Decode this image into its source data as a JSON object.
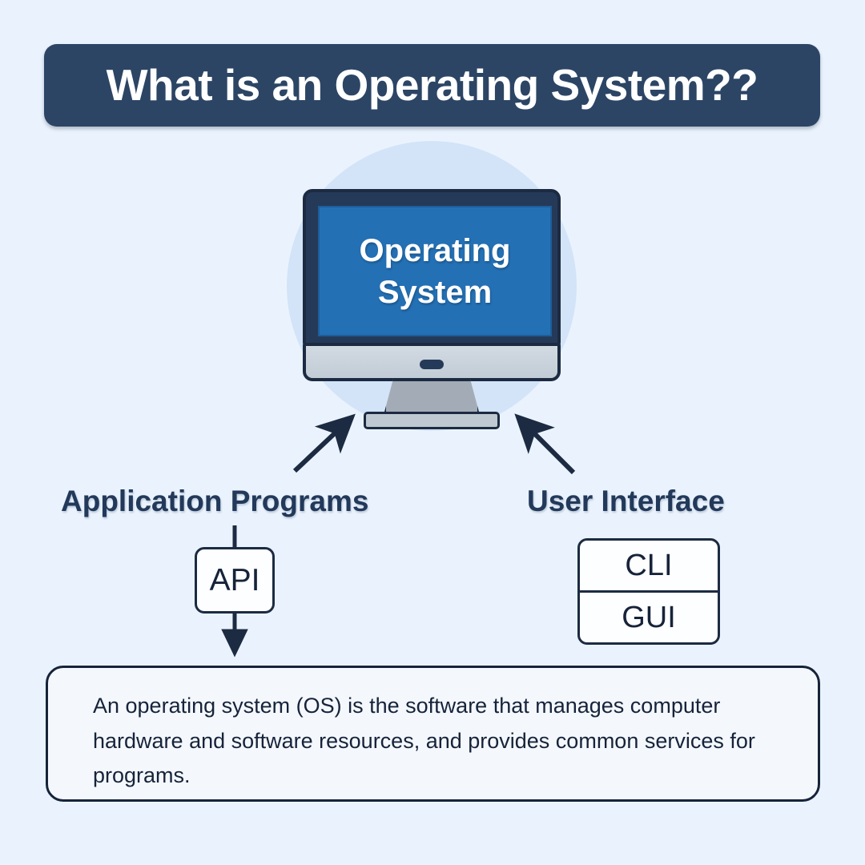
{
  "page": {
    "background_color": "#eaf3fd",
    "accent_navy": "#2c4565",
    "accent_blue": "#2470b4",
    "circle_color": "#d3e4f8"
  },
  "title": {
    "text": "What is an Operating System??",
    "background_color": "#2c4565",
    "text_color": "#ffffff"
  },
  "center_node": {
    "name": "operating-system-monitor",
    "screen_line_1": "Operating",
    "screen_line_2": "System",
    "screen_color": "#2470b4",
    "bezel_color": "#253a58"
  },
  "branches": [
    {
      "id": "application-programs",
      "label": "Application Programs",
      "child": {
        "id": "api",
        "label": "API"
      }
    },
    {
      "id": "user-interface",
      "label": "User Interface",
      "children": [
        {
          "id": "cli",
          "label": "CLI"
        },
        {
          "id": "gui",
          "label": "GUI"
        }
      ]
    }
  ],
  "description": {
    "text": "An operating system (OS) is the software that manages computer hardware and software resources, and provides common services for programs."
  }
}
